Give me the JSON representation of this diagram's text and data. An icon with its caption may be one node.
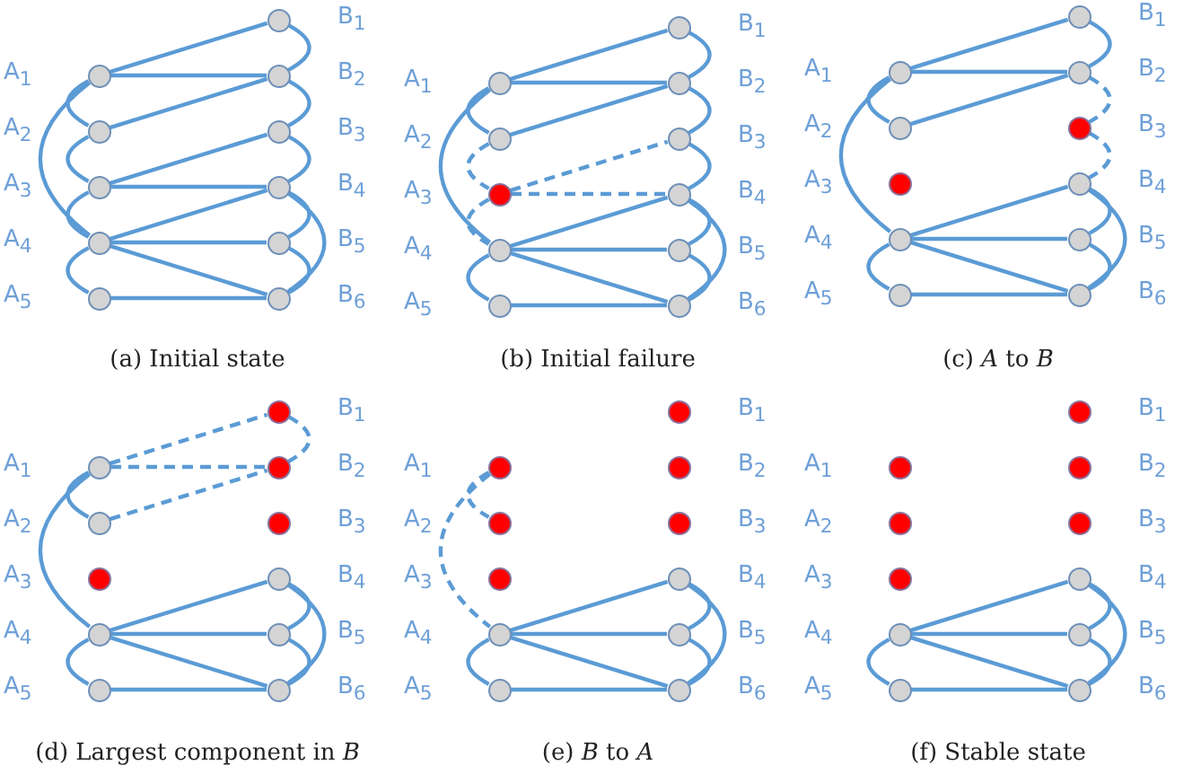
{
  "diagram": {
    "nodes": [
      {
        "text": [],
        "shape": "circle",
        "beside": [
          "A$_{1}$"
        ]
      },
      {
        "text": [],
        "shape": "circle",
        "beside": [
          "A$_{2}$"
        ]
      },
      {
        "text": [],
        "shape": "circle",
        "beside": [
          "A$_{3}$"
        ]
      },
      {
        "text": [],
        "shape": "circle",
        "beside": [
          "A$_{4}$"
        ]
      },
      {
        "text": [],
        "shape": "circle",
        "beside": [
          "A$_{5}$"
        ]
      },
      {
        "text": [],
        "shape": "circle",
        "beside": [
          "B$_{1}$"
        ]
      },
      {
        "text": [],
        "shape": "circle",
        "beside": [
          "B$_{2}$"
        ]
      },
      {
        "text": [],
        "shape": "circle",
        "beside": [
          "B$_{3}$"
        ]
      },
      {
        "text": [],
        "shape": "circle",
        "beside": [
          "B$_{4}$"
        ]
      },
      {
        "text": [],
        "shape": "circle",
        "beside": [
          "B$_{5}$"
        ]
      },
      {
        "text": [],
        "shape": "circle",
        "beside": [
          "B$_{6}$"
        ]
      },
      {
        "text": [],
        "shape": "circle",
        "beside": [
          "A$_{1}$"
        ]
      },
      {
        "text": [],
        "shape": "circle",
        "beside": [
          "A$_{2}$"
        ]
      },
      {
        "text": [],
        "shape": "circle",
        "beside": [
          "A$_{3}$"
        ]
      },
      {
        "text": [],
        "shape": "circle",
        "beside": [
          "A$_{4}$"
        ]
      },
      {
        "text": [],
        "shape": "circle",
        "beside": [
          "A$_{5}$"
        ]
      },
      {
        "text": [],
        "shape": "circle",
        "beside": [
          "B$_{1}$"
        ]
      },
      {
        "text": [],
        "shape": "circle",
        "beside": [
          "B$_{2}$"
        ]
      },
      {
        "text": [],
        "shape": "circle",
        "beside": [
          "B$_{3}$"
        ]
      },
      {
        "text": [],
        "shape": "circle",
        "beside": [
          "B$_{4}$"
        ]
      },
      {
        "text": [],
        "shape": "circle",
        "beside": [
          "B$_{5}$"
        ]
      },
      {
        "text": [],
        "shape": "circle",
        "beside": [
          "B$_{6}$"
        ]
      },
      {
        "text": [],
        "shape": "circle",
        "beside": [
          "A$_{1}$"
        ]
      },
      {
        "text": [],
        "shape": "circle",
        "beside": [
          "A$_{2}$"
        ]
      },
      {
        "text": [],
        "shape": "circle",
        "beside": [
          "A$_{3}$"
        ]
      },
      {
        "text": [],
        "shape": "circle",
        "beside": [
          "A$_{4}$"
        ]
      },
      {
        "text": [],
        "shape": "circle",
        "beside": [
          "A$_{5}$"
        ]
      },
      {
        "text": [],
        "shape": "circle",
        "beside": [
          "B$_{1}$"
        ]
      },
      {
        "text": [],
        "shape": "circle",
        "beside": [
          "B$_{2}$"
        ]
      },
      {
        "text": [],
        "shape": "circle",
        "beside": [
          "B$_{3}$"
        ]
      },
      {
        "text": [],
        "shape": "circle",
        "beside": [
          "B$_{4}$"
        ]
      },
      {
        "text": [],
        "shape": "circle",
        "beside": [
          "B$_{5}$"
        ]
      },
      {
        "text": [],
        "shape": "circle",
        "beside": [
          "B$_{6}$"
        ]
      },
      {
        "text": [],
        "shape": "circle",
        "beside": [
          "A$_{1}$"
        ]
      },
      {
        "text": [],
        "shape": "circle",
        "beside": [
          "A$_{2}$"
        ]
      },
      {
        "text": [],
        "shape": "circle",
        "beside": [
          "A$_{3}$"
        ]
      },
      {
        "text": [],
        "shape": "circle",
        "beside": [
          "A$_{4}$"
        ]
      },
      {
        "text": [],
        "shape": "circle",
        "beside": [
          "A$_{5}$"
        ]
      },
      {
        "text": [],
        "shape": "circle",
        "beside": [
          "B$_{1}$"
        ]
      },
      {
        "text": [],
        "shape": "circle",
        "beside": [
          "B$_{2}$"
        ]
      },
      {
        "text": [],
        "shape": "circle",
        "beside": [
          "B$_{3}$"
        ]
      },
      {
        "text": [],
        "shape": "circle",
        "beside": [
          "B$_{4}$"
        ]
      },
      {
        "text": [],
        "shape": "circle",
        "beside": [
          "B$_{5}$"
        ]
      },
      {
        "text": [],
        "shape": "circle",
        "beside": [
          "B$_{6}$"
        ]
      },
      {
        "text": [],
        "shape": "circle",
        "beside": [
          "A$_{1}$"
        ]
      },
      {
        "text": [],
        "shape": "circle",
        "beside": [
          "A$_{2}$"
        ]
      },
      {
        "text": [],
        "shape": "circle",
        "beside": [
          "A$_{3}$"
        ]
      },
      {
        "text": [],
        "shape": "circle",
        "beside": [
          "A$_{4}$"
        ]
      },
      {
        "text": [],
        "shape": "circle",
        "beside": [
          "A$_{5}$"
        ]
      },
      {
        "text": [],
        "shape": "circle",
        "beside": [
          "B$_{1}$"
        ]
      },
      {
        "text": [],
        "shape": "circle",
        "beside": [
          "B$_{2}$"
        ]
      },
      {
        "text": [],
        "shape": "circle",
        "beside": [
          "B$_{3}$"
        ]
      },
      {
        "text": [],
        "shape": "circle",
        "beside": [
          "B$_{4}$"
        ]
      },
      {
        "text": [],
        "shape": "circle",
        "beside": [
          "B$_{5}$"
        ]
      },
      {
        "text": [],
        "shape": "circle",
        "beside": [
          "B$_{6}$"
        ]
      },
      {
        "text": [],
        "shape": "circle",
        "beside": [
          "A$_{1}$"
        ]
      },
      {
        "text": [],
        "shape": "circle",
        "beside": [
          "A$_{2}$"
        ]
      },
      {
        "text": [],
        "shape": "circle",
        "beside": [
          "A$_{3}$"
        ]
      },
      {
        "text": [],
        "shape": "circle",
        "beside": [
          "A$_{4}$"
        ]
      },
      {
        "text": [],
        "shape": "circle",
        "beside": [
          "A$_{5}$"
        ]
      },
      {
        "text": [],
        "shape": "circle",
        "beside": [
          "B$_{1}$"
        ]
      },
      {
        "text": [],
        "shape": "circle",
        "beside": [
          "B$_{2}$"
        ]
      },
      {
        "text": [],
        "shape": "circle",
        "beside": [
          "B$_{3}$"
        ]
      },
      {
        "text": [],
        "shape": "circle",
        "beside": [
          "B$_{4}$"
        ]
      },
      {
        "text": [],
        "shape": "circle",
        "beside": [
          "B$_{5}$"
        ]
      },
      {
        "text": [],
        "shape": "circle",
        "beside": [
          "B$_{6}$"
        ]
      }
    ],
    "edges": [
      {
        "from": 0,
        "to": 1,
        "arrow": "none"
      },
      {
        "from": 1,
        "to": 2,
        "arrow": "none"
      },
      {
        "from": 2,
        "to": 3,
        "arrow": "none"
      },
      {
        "from": 3,
        "to": 4,
        "arrow": "none"
      },
      {
        "from": 0,
        "to": 3,
        "arrow": "none"
      },
      {
        "from": 0,
        "to": 5,
        "arrow": "none"
      },
      {
        "from": 0,
        "to": 6,
        "arrow": "none"
      },
      {
        "from": 1,
        "to": 6,
        "arrow": "none"
      },
      {
        "from": 2,
        "to": 7,
        "arrow": "none"
      },
      {
        "from": 2,
        "to": 8,
        "arrow": "none"
      },
      {
        "from": 3,
        "to": 8,
        "arrow": "none"
      },
      {
        "from": 3,
        "to": 9,
        "arrow": "none"
      },
      {
        "from": 3,
        "to": 10,
        "arrow": "none"
      },
      {
        "from": 4,
        "to": 10,
        "arrow": "none"
      },
      {
        "from": 5,
        "to": 6,
        "arrow": "none"
      },
      {
        "from": 6,
        "to": 7,
        "arrow": "none"
      },
      {
        "from": 7,
        "to": 8,
        "arrow": "none"
      },
      {
        "from": 8,
        "to": 9,
        "arrow": "none"
      },
      {
        "from": 9,
        "to": 10,
        "arrow": "none"
      },
      {
        "from": 8,
        "to": 10,
        "arrow": "none"
      },
      {
        "from": 11,
        "to": 12,
        "arrow": "none"
      },
      {
        "from": 12,
        "to": 13,
        "arrow": "none",
        "style": "dashed"
      },
      {
        "from": 13,
        "to": 14,
        "arrow": "none",
        "style": "dashed"
      },
      {
        "from": 14,
        "to": 15,
        "arrow": "none"
      },
      {
        "from": 11,
        "to": 14,
        "arrow": "none"
      },
      {
        "from": 11,
        "to": 16,
        "arrow": "none"
      },
      {
        "from": 11,
        "to": 17,
        "arrow": "none"
      },
      {
        "from": 12,
        "to": 17,
        "arrow": "none"
      },
      {
        "from": 13,
        "to": 18,
        "arrow": "none",
        "style": "dashed"
      },
      {
        "from": 13,
        "to": 19,
        "arrow": "none",
        "style": "dashed"
      },
      {
        "from": 14,
        "to": 19,
        "arrow": "none"
      },
      {
        "from": 14,
        "to": 20,
        "arrow": "none"
      },
      {
        "from": 14,
        "to": 21,
        "arrow": "none"
      },
      {
        "from": 15,
        "to": 21,
        "arrow": "none"
      },
      {
        "from": 16,
        "to": 17,
        "arrow": "none"
      },
      {
        "from": 17,
        "to": 18,
        "arrow": "none"
      },
      {
        "from": 18,
        "to": 19,
        "arrow": "none"
      },
      {
        "from": 19,
        "to": 20,
        "arrow": "none"
      },
      {
        "from": 20,
        "to": 21,
        "arrow": "none"
      },
      {
        "from": 19,
        "to": 21,
        "arrow": "none"
      },
      {
        "from": 22,
        "to": 23,
        "arrow": "none"
      },
      {
        "from": 22,
        "to": 25,
        "arrow": "none"
      },
      {
        "from": 25,
        "to": 26,
        "arrow": "none"
      },
      {
        "from": 22,
        "to": 27,
        "arrow": "none"
      },
      {
        "from": 22,
        "to": 28,
        "arrow": "none"
      },
      {
        "from": 23,
        "to": 28,
        "arrow": "none"
      },
      {
        "from": 25,
        "to": 30,
        "arrow": "none"
      },
      {
        "from": 25,
        "to": 31,
        "arrow": "none"
      },
      {
        "from": 25,
        "to": 32,
        "arrow": "none"
      },
      {
        "from": 26,
        "to": 32,
        "arrow": "none"
      },
      {
        "from": 27,
        "to": 28,
        "arrow": "none"
      },
      {
        "from": 28,
        "to": 29,
        "arrow": "none",
        "style": "dashed"
      },
      {
        "from": 29,
        "to": 30,
        "arrow": "none",
        "style": "dashed"
      },
      {
        "from": 30,
        "to": 31,
        "arrow": "none"
      },
      {
        "from": 31,
        "to": 32,
        "arrow": "none"
      },
      {
        "from": 30,
        "to": 32,
        "arrow": "none"
      },
      {
        "from": 33,
        "to": 34,
        "arrow": "none"
      },
      {
        "from": 33,
        "to": 36,
        "arrow": "none"
      },
      {
        "from": 36,
        "to": 37,
        "arrow": "none"
      },
      {
        "from": 33,
        "to": 38,
        "arrow": "none",
        "style": "dashed"
      },
      {
        "from": 33,
        "to": 39,
        "arrow": "none",
        "style": "dashed"
      },
      {
        "from": 34,
        "to": 39,
        "arrow": "none",
        "style": "dashed"
      },
      {
        "from": 36,
        "to": 41,
        "arrow": "none"
      },
      {
        "from": 36,
        "to": 42,
        "arrow": "none"
      },
      {
        "from": 36,
        "to": 43,
        "arrow": "none"
      },
      {
        "from": 37,
        "to": 43,
        "arrow": "none"
      },
      {
        "from": 38,
        "to": 39,
        "arrow": "none",
        "style": "dashed"
      },
      {
        "from": 41,
        "to": 42,
        "arrow": "none"
      },
      {
        "from": 42,
        "to": 43,
        "arrow": "none"
      },
      {
        "from": 41,
        "to": 43,
        "arrow": "none"
      },
      {
        "from": 44,
        "to": 45,
        "arrow": "none",
        "style": "dashed"
      },
      {
        "from": 44,
        "to": 47,
        "arrow": "none",
        "style": "dashed"
      },
      {
        "from": 47,
        "to": 48,
        "arrow": "none"
      },
      {
        "from": 47,
        "to": 52,
        "arrow": "none"
      },
      {
        "from": 47,
        "to": 53,
        "arrow": "none"
      },
      {
        "from": 47,
        "to": 54,
        "arrow": "none"
      },
      {
        "from": 48,
        "to": 54,
        "arrow": "none"
      },
      {
        "from": 52,
        "to": 53,
        "arrow": "none"
      },
      {
        "from": 53,
        "to": 54,
        "arrow": "none"
      },
      {
        "from": 52,
        "to": 54,
        "arrow": "none"
      },
      {
        "from": 58,
        "to": 59,
        "arrow": "none"
      },
      {
        "from": 58,
        "to": 63,
        "arrow": "none"
      },
      {
        "from": 58,
        "to": 64,
        "arrow": "none"
      },
      {
        "from": 58,
        "to": 65,
        "arrow": "none"
      },
      {
        "from": 59,
        "to": 65,
        "arrow": "none"
      },
      {
        "from": 63,
        "to": 64,
        "arrow": "none"
      },
      {
        "from": 64,
        "to": 65,
        "arrow": "none"
      },
      {
        "from": 63,
        "to": 65,
        "arrow": "none"
      }
    ],
    "labels": [
      "(a) Initial state",
      "(b) Initial failure",
      "(c) *A* to *B*",
      "(d) Largest component in *B*",
      "(e) *B* to *A*",
      "(f) Stable state"
    ]
  }
}
